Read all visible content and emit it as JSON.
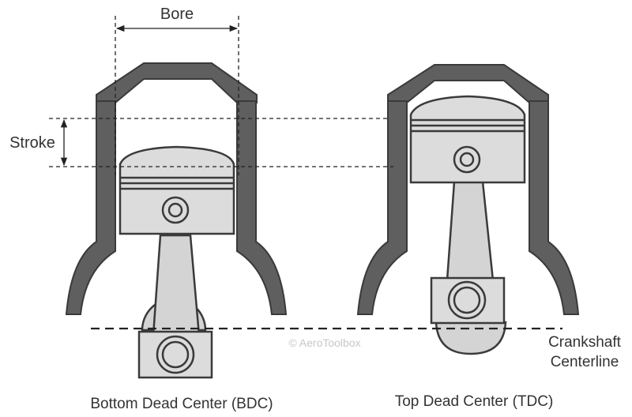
{
  "labels": {
    "bore": "Bore",
    "stroke": "Stroke",
    "crankshaft_line1": "Crankshaft",
    "crankshaft_line2": "Centerline",
    "bdc_caption": "Bottom Dead Center (BDC)",
    "tdc_caption": "Top Dead Center (TDC)",
    "watermark": "© AeroToolbox"
  },
  "colors": {
    "cylinder_wall": "#5f5f5f",
    "piston_fill": "#dcdcdc",
    "outline": "#3a3a3a",
    "dimension_line": "#222222",
    "text": "#333333",
    "watermark": "#c7c7c7"
  }
}
